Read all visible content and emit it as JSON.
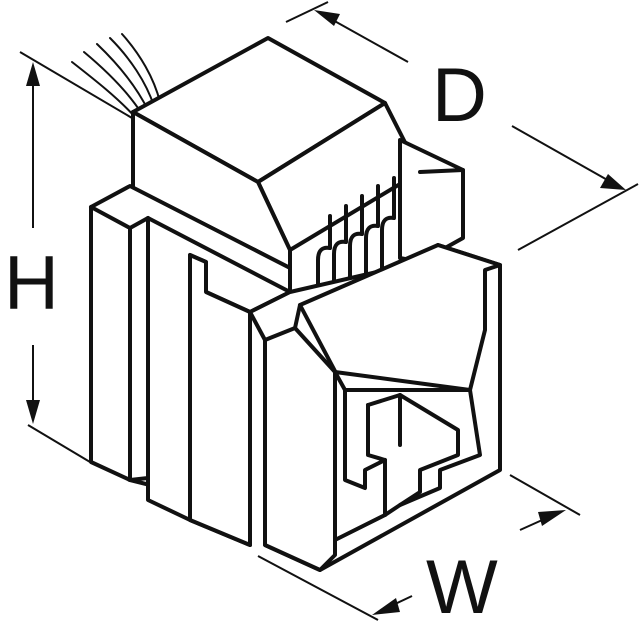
{
  "labels": {
    "depth": "D",
    "height": "H",
    "width": "W"
  },
  "colors": {
    "ink": "#111111",
    "background": "#ffffff"
  }
}
